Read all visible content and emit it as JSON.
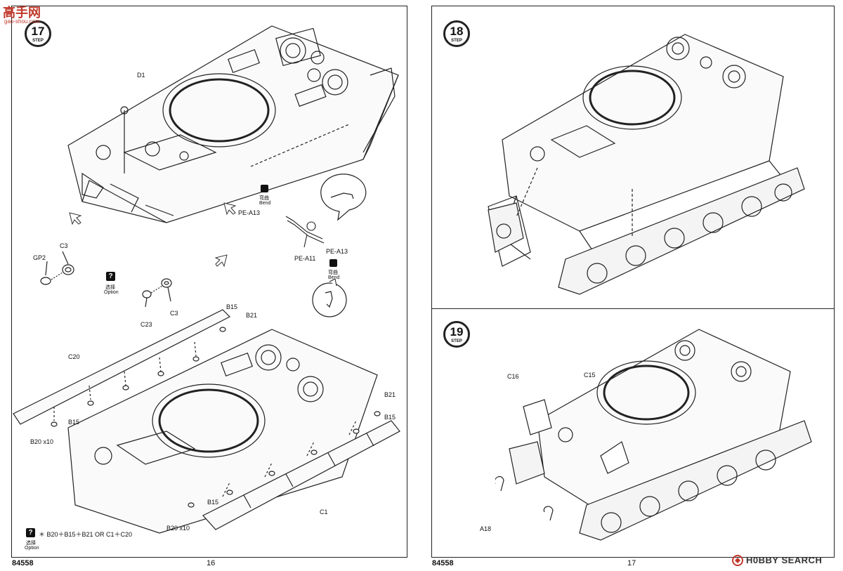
{
  "watermark": {
    "brand": "高手网",
    "url": "gao-shou.com"
  },
  "left_page": {
    "step": "17",
    "step_word": "STEP",
    "labels": {
      "d1": "D1",
      "c3_a": "C3",
      "gp2": "GP2",
      "option_cn": "选择",
      "option_en": "Option",
      "c23": "C23",
      "c3_b": "C3",
      "bend1_cn": "弯曲",
      "bend1_en": "Bend",
      "pe_a13_a": "PE-A13",
      "pe_a11": "PE-A11",
      "pe_a13_b": "PE-A13",
      "bend2_cn": "弯曲",
      "bend2_en": "Bend",
      "b15_a": "B15",
      "b21_a": "B21",
      "c20": "C20",
      "b21_b": "B21",
      "b15_b": "B15",
      "b15_c": "B15",
      "b20_a": "B20 x10",
      "b15_d": "B15",
      "b20_b": "B20 x10",
      "c1": "C1",
      "option_formula": "＊ B20＋B15＋B21 OR C1＋C20",
      "option2_cn": "选择",
      "option2_en": "Option"
    },
    "code": "84558",
    "page_number": "16"
  },
  "right_page": {
    "step_top": "18",
    "step_bottom": "19",
    "step_word": "STEP",
    "labels": {
      "c16": "C16",
      "c15": "C15",
      "a18": "A18"
    },
    "code": "84558",
    "page_number": "17"
  },
  "footer_brand": "H0BBY SEARCH"
}
